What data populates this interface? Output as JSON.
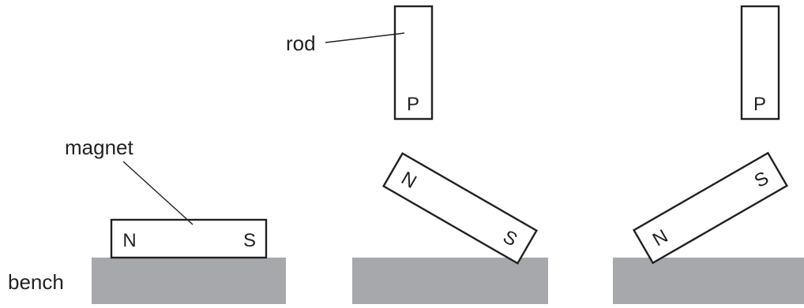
{
  "labels": {
    "rod": "rod",
    "magnet": "magnet",
    "bench": "bench"
  },
  "poles": {
    "north": "N",
    "south": "S"
  },
  "rod_end": "P",
  "colors": {
    "bench": "#a7a8ab",
    "outline": "#231f20",
    "background": "#ffffff"
  }
}
